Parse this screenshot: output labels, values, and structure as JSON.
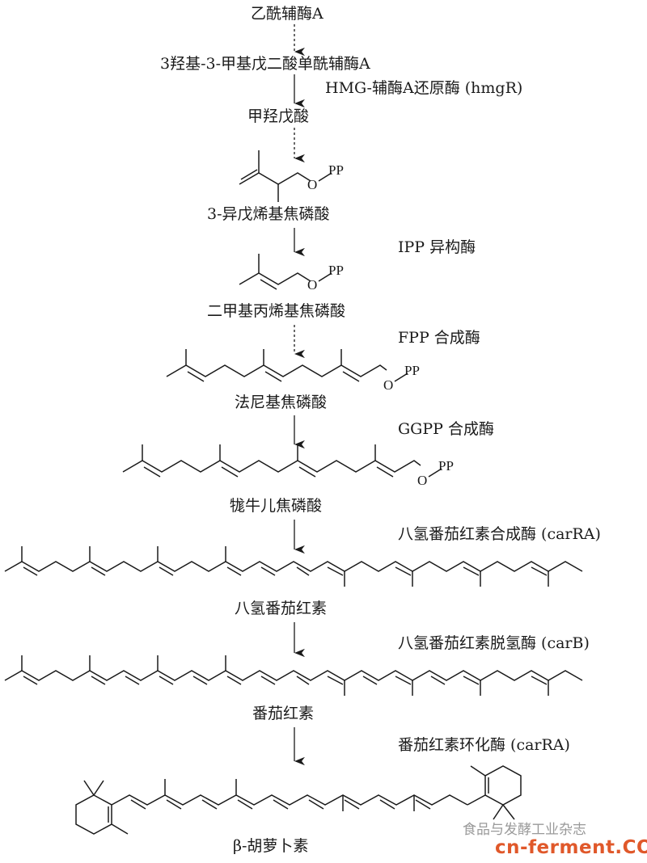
{
  "compounds": {
    "acetyl_coa": "乙酰辅酶A",
    "hmg_coa": "3羟基-3-甲基戊二酸单酰辅酶A",
    "mevalonate": "甲羟戊酸",
    "ipp": "3-异戊烯基焦磷酸",
    "dmapp": "二甲基丙烯基焦磷酸",
    "fpp": "法尼基焦磷酸",
    "ggpp": "牻牛儿焦磷酸",
    "phytoene": "八氢番茄红素",
    "lycopene": "番茄红素",
    "beta_carotene": "β-胡萝卜素"
  },
  "enzymes": {
    "hmgr": "HMG-辅酶A还原酶 (hmgR)",
    "ipp_isomerase": "IPP 异构酶",
    "fpp_synthase": "FPP 合成酶",
    "ggpp_synthase": "GGPP 合成酶",
    "phytoene_synthase": "八氢番茄红素合成酶 (carRA)",
    "phytoene_dehydrogenase": "八氢番茄红素脱氢酶 (carB)",
    "lycopene_cyclase": "番茄红素环化酶 (carRA)"
  },
  "structure_labels": {
    "pp": "PP",
    "o": "O"
  },
  "watermark": {
    "journal": "食品与发酵工业杂志",
    "site": "cn-ferment.COM"
  }
}
